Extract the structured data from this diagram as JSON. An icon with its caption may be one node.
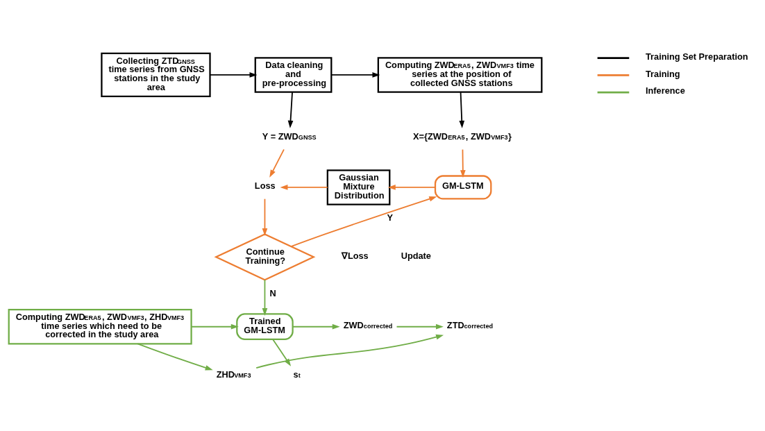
{
  "diagram": {
    "nodes": [
      {
        "text": [
          "Collecting ZTD$_{GNSS}$ time series from GNSS stations in the study area"
        ]
      },
      {
        "text": [
          "Data cleaning and pre-processing"
        ]
      },
      {
        "text": [
          "Computing ZWD$_{ERA5}$, ZWD$_{VMF3}$ time series at the position of collected GNSS stations"
        ]
      },
      {
        "text": [
          "Y = ZWD$_{GNSS}$"
        ]
      },
      {
        "text": [
          "X={ZWD$_{ERA5}$, ZWD$_{VMF3}$}"
        ]
      },
      {
        "text": [
          "GM-LSTM"
        ]
      },
      {
        "text": [
          "Gaussian Mixture Distribution"
        ]
      },
      {
        "text": [
          "Loss"
        ]
      },
      {
        "text": [
          "Continue Training?"
        ]
      },
      {
        "text": [
          "Computing ZWD$_{ERA5}$, ZWD$_{VMF3}$, ZHD$_{VMF3}$ time series which need to be corrected in the study area"
        ]
      },
      {
        "text": [
          "Trained GM-LSTM"
        ]
      },
      {
        "text": [
          "ZWD$_{corrected}$"
        ]
      },
      {
        "text": [
          "s$_{t}$"
        ]
      },
      {
        "text": [
          "ZTD$_{corrected}$"
        ]
      },
      {
        "text": [
          "ZHD$_{VMF3}$"
        ]
      }
    ],
    "edges": [
      {
        "from": 0,
        "to": 1,
        "arrow": "to",
        "color": "#000000"
      },
      {
        "from": 1,
        "to": 2,
        "arrow": "to",
        "color": "#000000"
      },
      {
        "from": 1,
        "to": 3,
        "arrow": "to",
        "color": "#000000"
      },
      {
        "from": 2,
        "to": 4,
        "arrow": "to",
        "color": "#000000"
      },
      {
        "from": 3,
        "to": 7,
        "arrow": "to",
        "color": "#ed7d31"
      },
      {
        "from": 4,
        "to": 5,
        "arrow": "to",
        "color": "#ed7d31"
      },
      {
        "from": 5,
        "to": 6,
        "arrow": "to",
        "color": "#ed7d31"
      },
      {
        "from": 6,
        "to": 7,
        "arrow": "to",
        "color": "#ed7d31"
      },
      {
        "from": 7,
        "to": 8,
        "arrow": "to",
        "color": "#ed7d31"
      },
      {
        "from": 8,
        "to": 5,
        "arrow": "to",
        "label": "Y",
        "color": "#ed7d31"
      },
      {
        "from": 8,
        "to": 10,
        "arrow": "to",
        "label": "N",
        "color": "#70ad47"
      },
      {
        "from": 9,
        "to": 10,
        "arrow": "to",
        "color": "#70ad47"
      },
      {
        "from": 10,
        "to": 11,
        "arrow": "to",
        "color": "#70ad47"
      },
      {
        "from": 10,
        "to": 12,
        "arrow": "to",
        "color": "#70ad47"
      },
      {
        "from": 11,
        "to": 13,
        "arrow": "to",
        "color": "#70ad47"
      },
      {
        "from": 9,
        "to": 14,
        "arrow": "to",
        "color": "#70ad47"
      },
      {
        "from": 14,
        "to": 13,
        "arrow": "to",
        "color": "#70ad47"
      }
    ],
    "labels": [
      "∇Loss",
      "Update"
    ],
    "legend": [
      {
        "text": "Training Set Preparation"
      },
      {
        "text": "Training"
      },
      {
        "text": "Inference"
      }
    ]
  }
}
